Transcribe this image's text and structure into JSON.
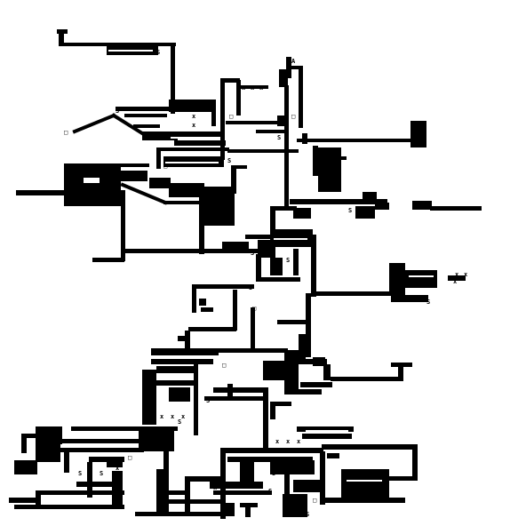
{
  "map": {
    "background_color": "#ffffff",
    "foreground_color": "#000000",
    "glyphs": {
      "station": "S",
      "crossing": "x",
      "node": "□",
      "marker": "A"
    }
  }
}
